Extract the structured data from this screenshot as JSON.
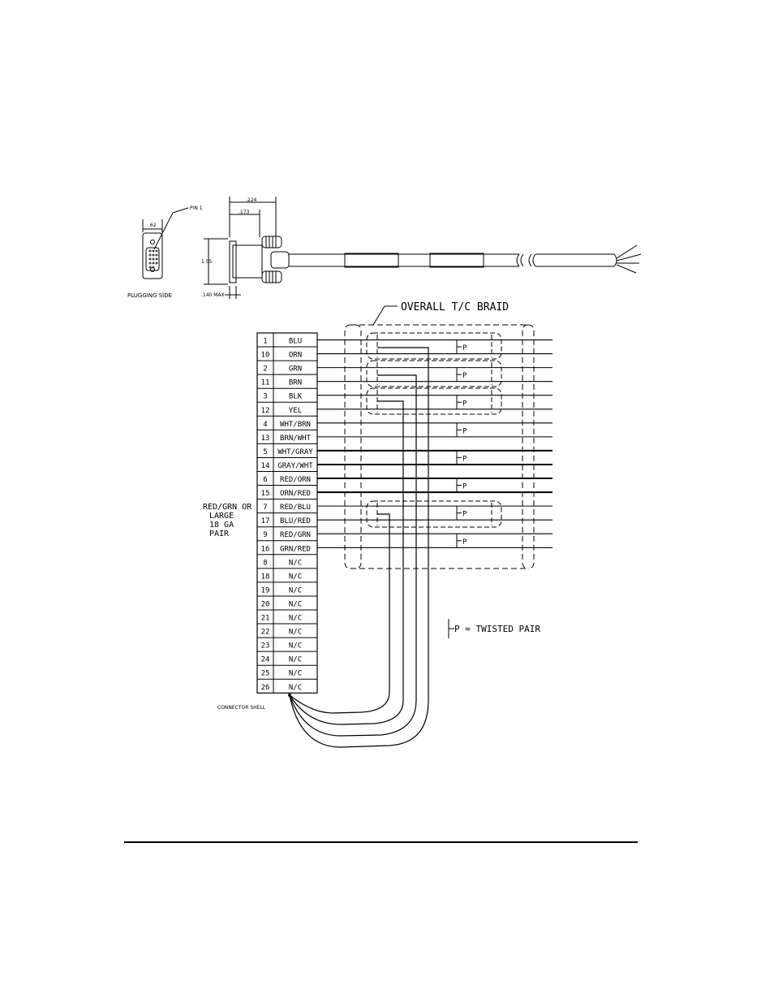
{
  "drawing": {
    "dim_224": ".224",
    "dim_173": ".173",
    "dim_62": ".62",
    "dim_155": "1.55",
    "dim_140": ".140 MAX",
    "pin1_label": "PIN 1",
    "plugging_side": "PLUGGING SIDE"
  },
  "braid_label": "OVERALL T/C BRAID",
  "pins": [
    {
      "num": "1",
      "color": "BLU"
    },
    {
      "num": "10",
      "color": "ORN"
    },
    {
      "num": "2",
      "color": "GRN"
    },
    {
      "num": "11",
      "color": "BRN"
    },
    {
      "num": "3",
      "color": "BLK"
    },
    {
      "num": "12",
      "color": "YEL"
    },
    {
      "num": "4",
      "color": "WHT/BRN"
    },
    {
      "num": "13",
      "color": "BRN/WHT"
    },
    {
      "num": "5",
      "color": "WHT/GRAY"
    },
    {
      "num": "14",
      "color": "GRAY/WHT"
    },
    {
      "num": "6",
      "color": "RED/ORN"
    },
    {
      "num": "15",
      "color": "ORN/RED"
    },
    {
      "num": "7",
      "color": "RED/BLU"
    },
    {
      "num": "17",
      "color": "BLU/RED"
    },
    {
      "num": "9",
      "color": "RED/GRN"
    },
    {
      "num": "16",
      "color": "GRN/RED"
    },
    {
      "num": "8",
      "color": "N/C"
    },
    {
      "num": "18",
      "color": "N/C"
    },
    {
      "num": "19",
      "color": "N/C"
    },
    {
      "num": "20",
      "color": "N/C"
    },
    {
      "num": "21",
      "color": "N/C"
    },
    {
      "num": "22",
      "color": "N/C"
    },
    {
      "num": "23",
      "color": "N/C"
    },
    {
      "num": "24",
      "color": "N/C"
    },
    {
      "num": "25",
      "color": "N/C"
    },
    {
      "num": "26",
      "color": "N/C"
    }
  ],
  "pair_marker": "P",
  "large_pair_note": [
    "RED/GRN OR",
    "LARGE",
    "18 GA",
    "PAIR"
  ],
  "connector_shell": "CONNECTOR SHELL",
  "legend_text": "P = TWISTED PAIR"
}
